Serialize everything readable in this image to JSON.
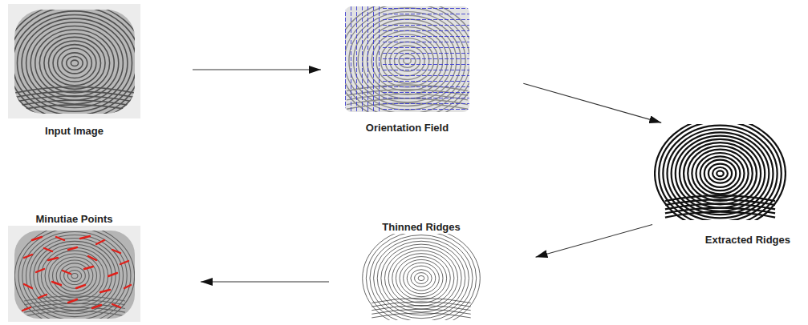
{
  "diagram": {
    "nodes": [
      {
        "text": [
          "Input Image"
        ]
      },
      {
        "text": [
          "Orientation Field"
        ]
      },
      {
        "text": [
          "Extracted Ridges"
        ]
      },
      {
        "text": [
          "Thinned Ridges"
        ]
      },
      {
        "text": [
          "Minutiae Points"
        ]
      }
    ],
    "edges": [
      {
        "from": 0,
        "to": 1,
        "arrow": "to"
      },
      {
        "from": 1,
        "to": 2,
        "arrow": "to"
      },
      {
        "from": 2,
        "to": 3,
        "arrow": "to"
      },
      {
        "from": 3,
        "to": 4,
        "arrow": "to"
      }
    ]
  }
}
